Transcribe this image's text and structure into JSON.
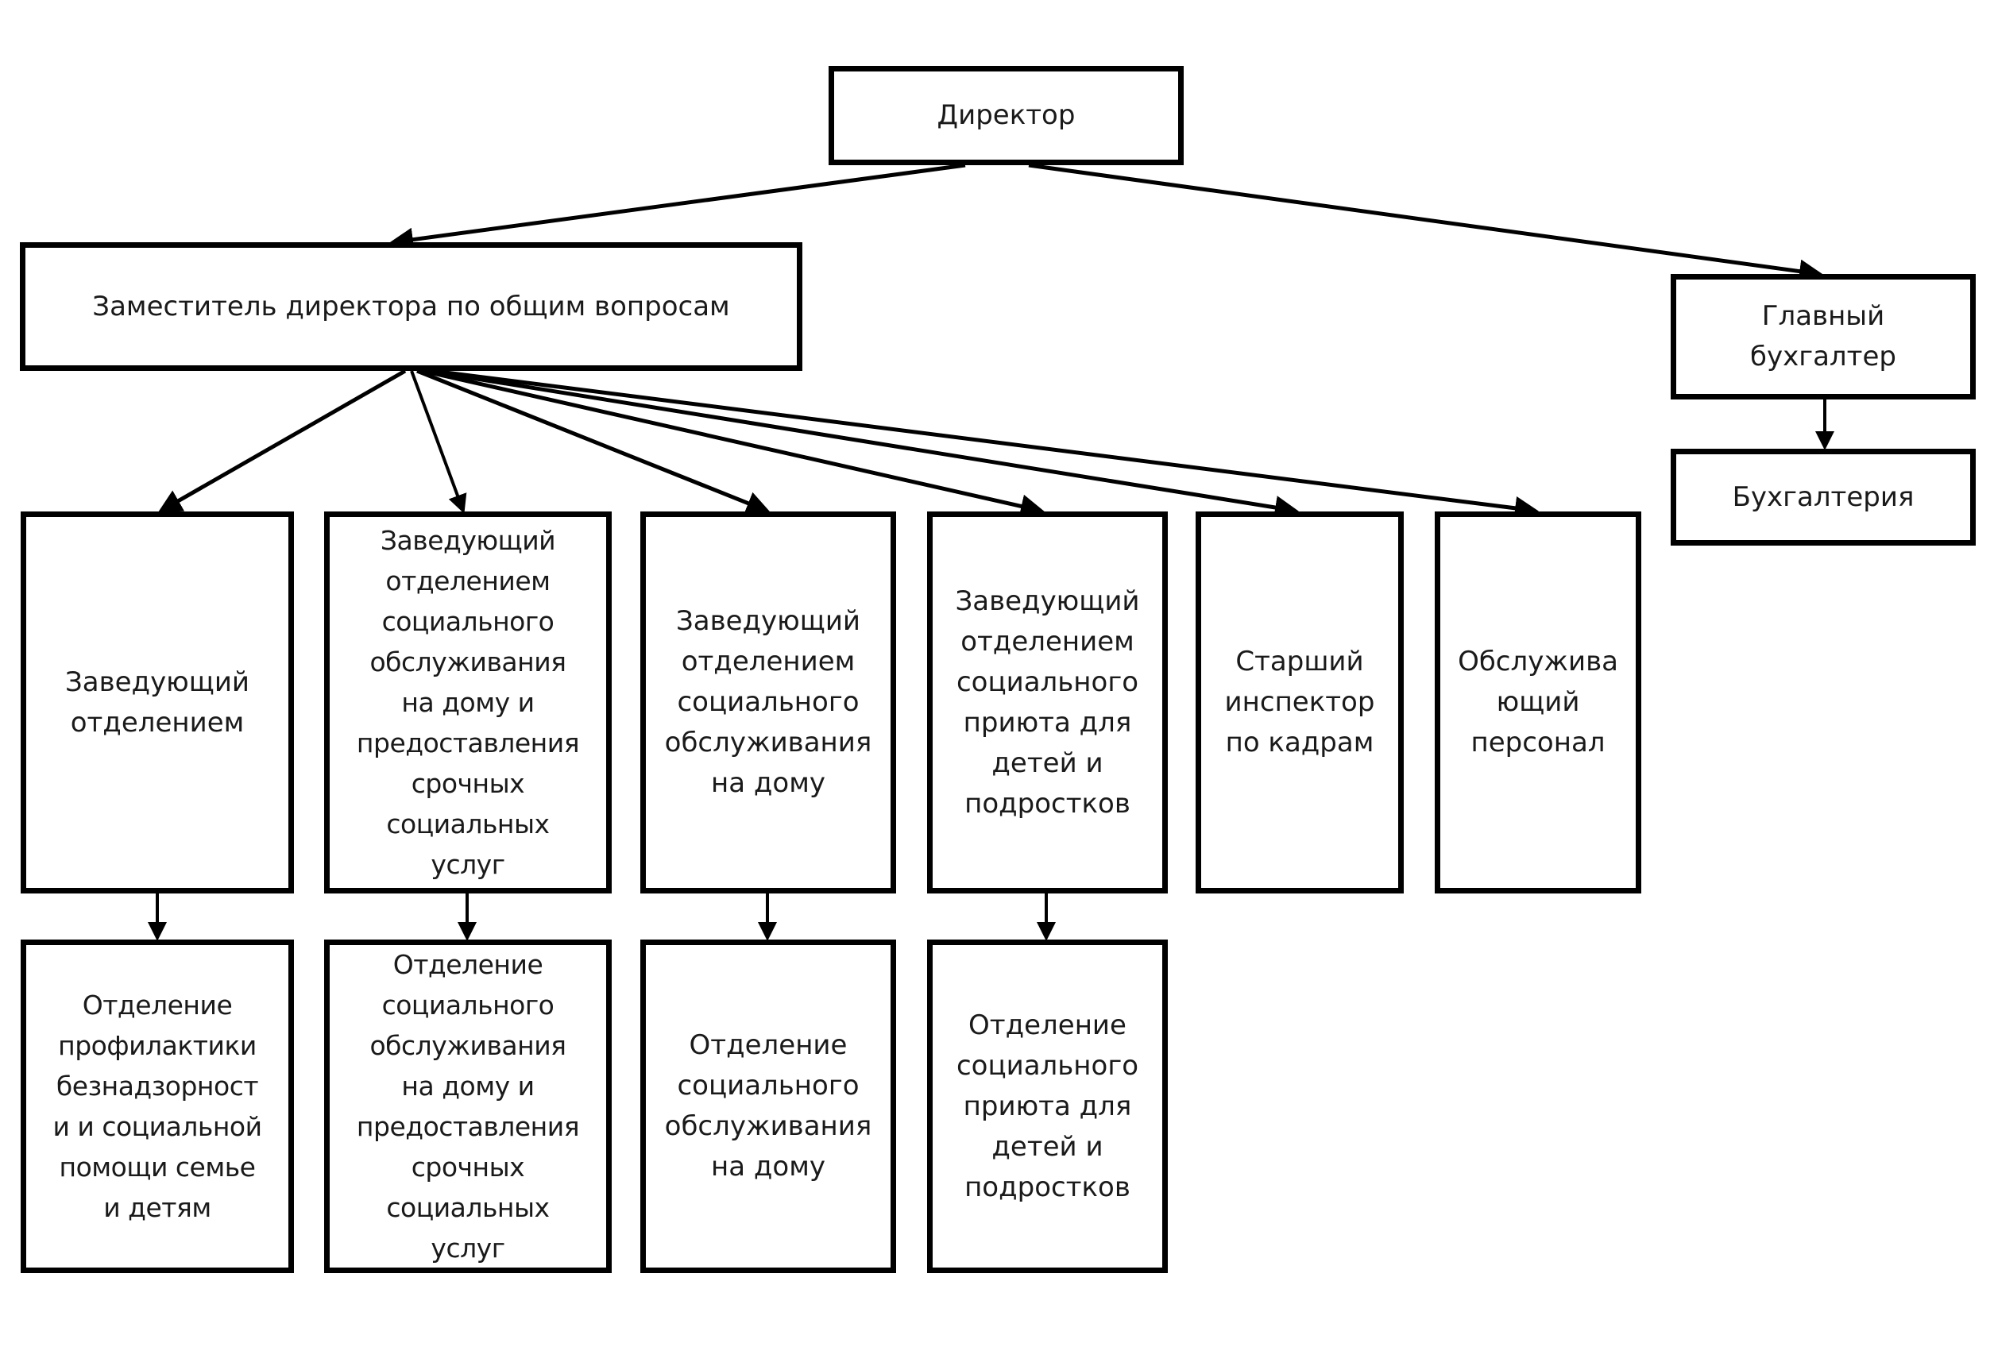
{
  "diagram": {
    "type": "org-chart",
    "nodes": {
      "director": "Директор",
      "deputy": "Заместитель директора по общим вопросам",
      "chief_accountant": "Главный\nбухгалтер",
      "accounting": "Бухгалтерия",
      "head_dept": "Заведующий\nотделением",
      "head_home_urgent": "Заведующий\nотделением\nсоциального\nобслуживания\nна дому и\nпредоставления\nсрочных\nсоциальных\nуслуг",
      "head_home": "Заведующий\nотделением\nсоциального\nобслуживания\nна дому",
      "head_shelter": "Заведующий\nотделением\nсоциального\nприюта для\nдетей и\nподростков",
      "senior_hr_inspector": "Старший\nинспектор\nпо кадрам",
      "service_staff": "Обслужива\nющий\nперсонал",
      "dept_prevention": "Отделение\nпрофилактики\nбезнадзорност\nи и социальной\nпомощи семье\nи детям",
      "dept_home_urgent": "Отделение\nсоциального\nобслуживания\nна дому и\nпредоставления\nсрочных\nсоциальных\nуслуг",
      "dept_home": "Отделение\nсоциального\nобслуживания\nна дому",
      "dept_shelter": "Отделение\nсоциального\nприюта для\nдетей и\nподростков"
    },
    "edges": [
      [
        "director",
        "deputy"
      ],
      [
        "director",
        "chief_accountant"
      ],
      [
        "chief_accountant",
        "accounting"
      ],
      [
        "deputy",
        "head_dept"
      ],
      [
        "deputy",
        "head_home_urgent"
      ],
      [
        "deputy",
        "head_home"
      ],
      [
        "deputy",
        "head_shelter"
      ],
      [
        "deputy",
        "senior_hr_inspector"
      ],
      [
        "deputy",
        "service_staff"
      ],
      [
        "head_dept",
        "dept_prevention"
      ],
      [
        "head_home_urgent",
        "dept_home_urgent"
      ],
      [
        "head_home",
        "dept_home"
      ],
      [
        "head_shelter",
        "dept_shelter"
      ]
    ]
  }
}
